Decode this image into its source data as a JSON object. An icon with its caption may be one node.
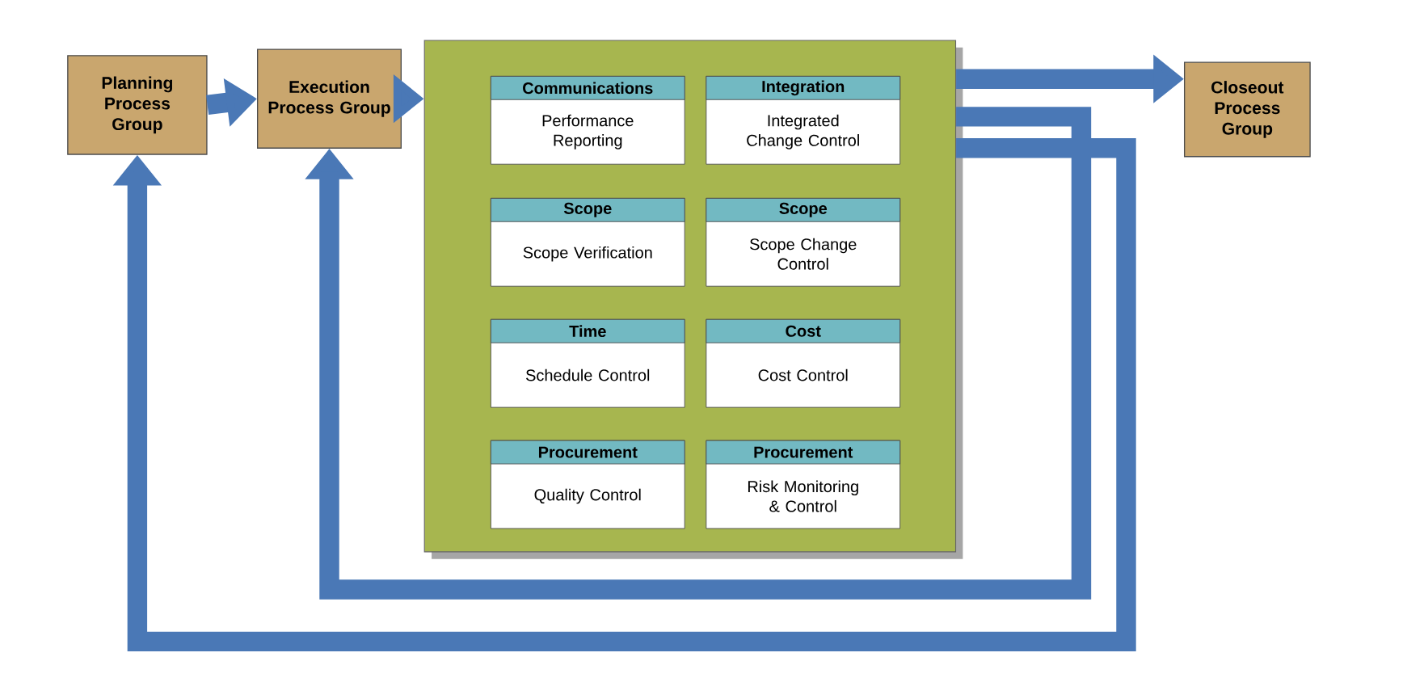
{
  "diagram": {
    "nodes": [
      {
        "text": [
          "Planning Process Group"
        ]
      },
      {
        "text": [
          "Execution Process Group"
        ]
      },
      {
        "text": [],
        "shape": "box"
      },
      {
        "text": [
          "Communications",
          "Performance Reporting"
        ],
        "in": 2
      },
      {
        "text": [
          "Integration",
          "Integrated Change Control"
        ],
        "in": 2
      },
      {
        "text": [
          "Scope",
          "Scope Verification"
        ],
        "in": 2
      },
      {
        "text": [
          "Scope",
          "Scope Change Control"
        ],
        "in": 2
      },
      {
        "text": [
          "Time",
          "Schedule Control"
        ],
        "in": 2
      },
      {
        "text": [
          "Cost",
          "Cost Control"
        ],
        "in": 2
      },
      {
        "text": [
          "Procurement",
          "Quality Control"
        ],
        "in": 2
      },
      {
        "text": [
          "Procurement",
          "Risk Monitoring & Control"
        ],
        "in": 2
      },
      {
        "text": [
          "Closeout Process Group"
        ]
      }
    ],
    "edges": [
      {
        "from": 0,
        "to": 1,
        "arrow": "to"
      },
      {
        "from": 1,
        "to": 2,
        "arrow": "to"
      },
      {
        "from": 2,
        "to": 11,
        "arrow": "to"
      },
      {
        "from": 2,
        "to": 1,
        "arrow": "to"
      },
      {
        "from": 2,
        "to": 0,
        "arrow": "to"
      }
    ]
  }
}
